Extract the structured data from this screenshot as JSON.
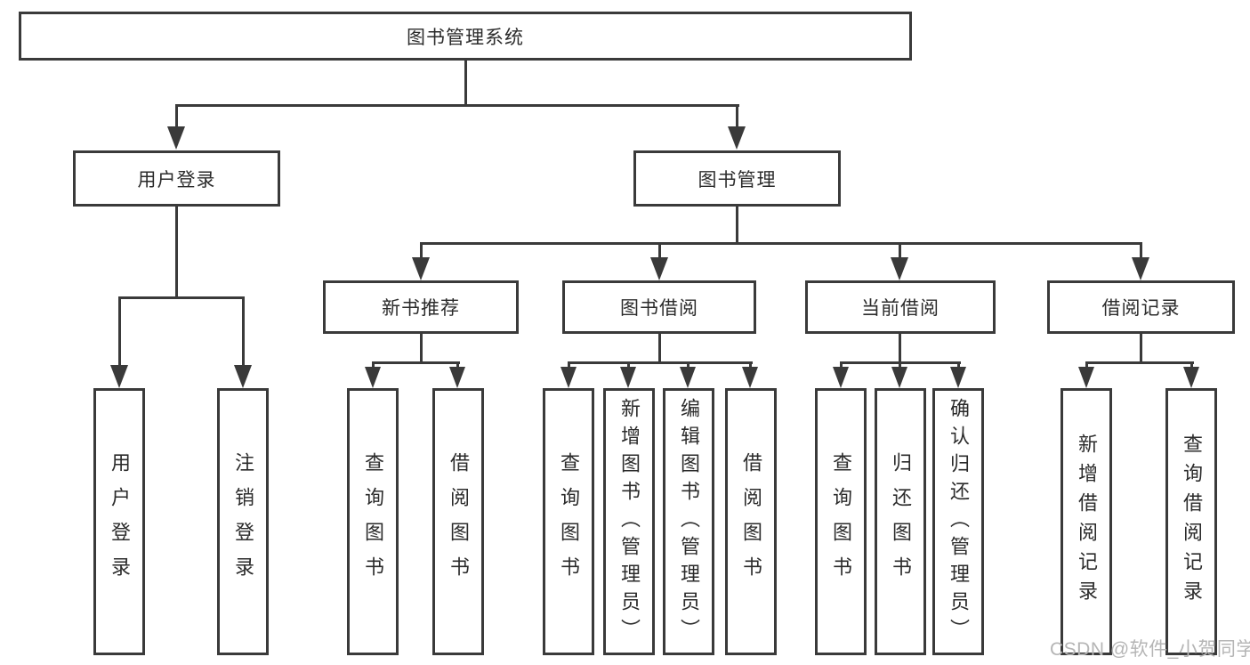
{
  "root": {
    "label": "图书管理系统"
  },
  "level2": [
    {
      "label": "用户登录"
    },
    {
      "label": "图书管理"
    }
  ],
  "level3": [
    {
      "label": "新书推荐"
    },
    {
      "label": "图书借阅"
    },
    {
      "label": "当前借阅"
    },
    {
      "label": "借阅记录"
    }
  ],
  "leaves": [
    {
      "label": "用户登录"
    },
    {
      "label": "注销登录"
    },
    {
      "label": "查询图书"
    },
    {
      "label": "借阅图书"
    },
    {
      "label": "查询图书"
    },
    {
      "label": "新增图书（管理员）"
    },
    {
      "label": "编辑图书（管理员）"
    },
    {
      "label": "借阅图书"
    },
    {
      "label": "查询图书"
    },
    {
      "label": "归还图书"
    },
    {
      "label": "确认归还（管理员）"
    },
    {
      "label": "新增借阅记录"
    },
    {
      "label": "查询借阅记录"
    }
  ],
  "watermark": "CSDN @软件_小贺同学",
  "colors": {
    "line": "#3a3a3a",
    "text": "#2b2b2b",
    "watermark": "#b5b5b5",
    "background": "#ffffff"
  }
}
